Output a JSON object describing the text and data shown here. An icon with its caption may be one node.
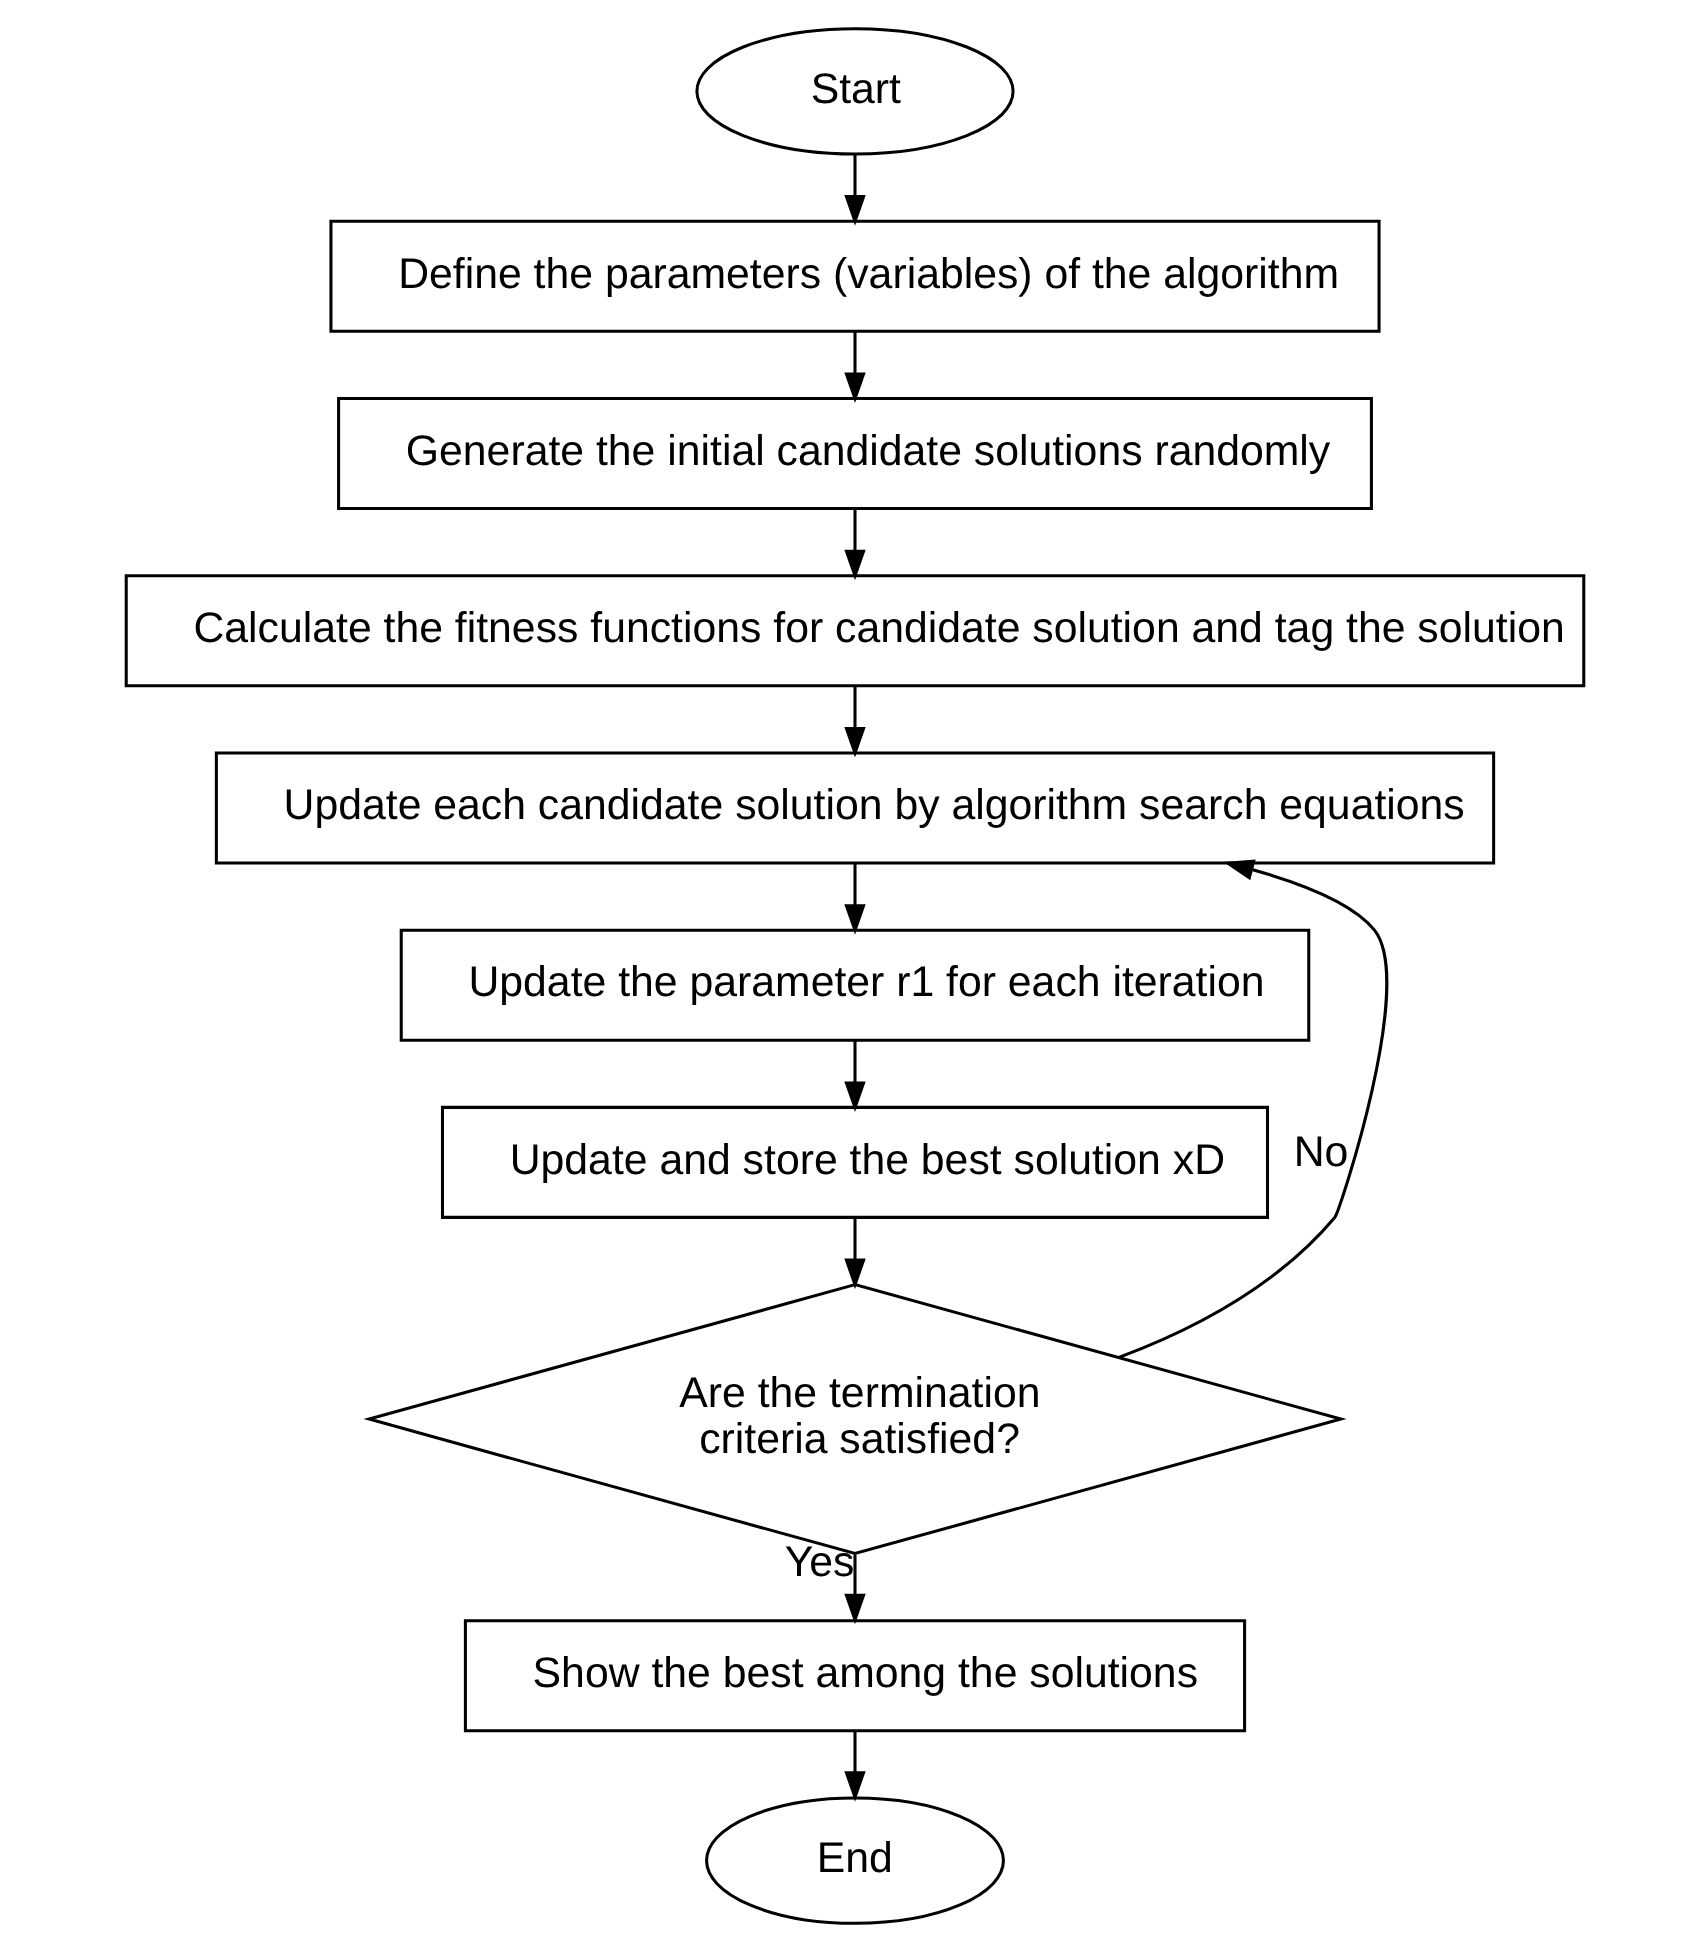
{
  "diagram": {
    "nodes": [
      {
        "text": [
          "Start"
        ]
      },
      {
        "text": [
          "Define the parameters (variables) of the algorithm"
        ]
      },
      {
        "text": [
          "Generate the initial candidate solutions randomly"
        ]
      },
      {
        "text": [
          "Calculate the fitness functions for candidate solution and tag the solution"
        ]
      },
      {
        "text": [
          "Update each candidate solution by algorithm search equations"
        ]
      },
      {
        "text": [
          "Update the parameter r1 for each iteration"
        ]
      },
      {
        "text": [
          "Update and store the best solution xD"
        ]
      },
      {
        "text": [
          "Are the termination criteria satisfied?"
        ]
      },
      {
        "text": [
          "Show the best among the solutions"
        ]
      },
      {
        "text": [
          "End"
        ]
      }
    ],
    "edges": [
      {
        "from": 0,
        "to": 1,
        "arrow": "to"
      },
      {
        "from": 1,
        "to": 2,
        "arrow": "to"
      },
      {
        "from": 2,
        "to": 3,
        "arrow": "to"
      },
      {
        "from": 3,
        "to": 4,
        "arrow": "to"
      },
      {
        "from": 4,
        "to": 5,
        "arrow": "to"
      },
      {
        "from": 5,
        "to": 6,
        "arrow": "to"
      },
      {
        "from": 6,
        "to": 7,
        "arrow": "to"
      },
      {
        "from": 7,
        "to": 4,
        "arrow": "to",
        "label": "No"
      },
      {
        "from": 7,
        "to": 8,
        "arrow": "to",
        "label": "Yes"
      },
      {
        "from": 8,
        "to": 9,
        "arrow": "to"
      }
    ]
  }
}
